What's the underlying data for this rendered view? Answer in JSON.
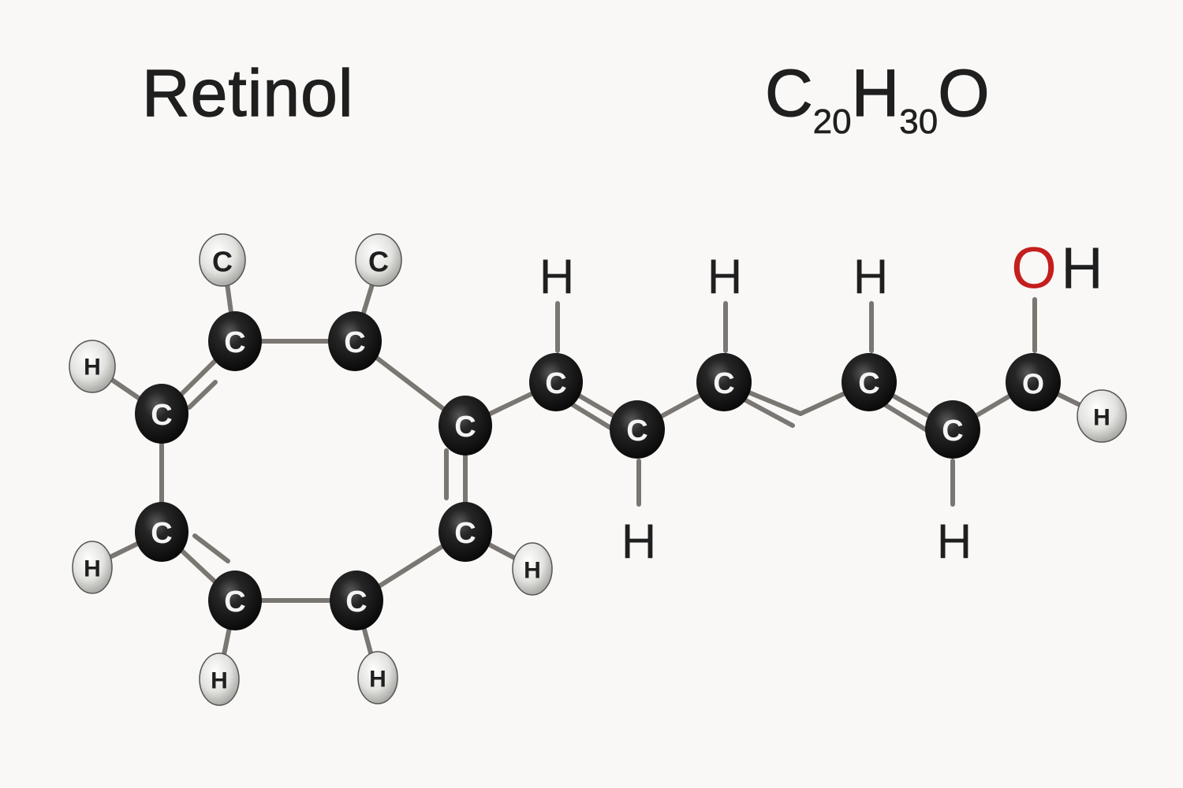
{
  "header": {
    "name": "Retinol",
    "formula": {
      "parts": [
        {
          "symbol": "C",
          "count": "20"
        },
        {
          "symbol": "H",
          "count": "30"
        },
        {
          "symbol": "O",
          "count": ""
        }
      ]
    }
  },
  "colors": {
    "background": "#f9f8f6",
    "carbon": "#1a1a1a",
    "hydrogen_sphere": "#e6e6e3",
    "bond": "#7a7672",
    "oxygen_label": "#c41e1e",
    "text": "#1f1f1f"
  },
  "diagram": {
    "type": "ball-and-stick molecule",
    "ring_atoms": [
      {
        "id": "r1",
        "element": "C",
        "label": "C"
      },
      {
        "id": "r2",
        "element": "C",
        "label": "C"
      },
      {
        "id": "r3",
        "element": "C",
        "label": "C"
      },
      {
        "id": "r4",
        "element": "C",
        "label": "C"
      },
      {
        "id": "r5",
        "element": "C",
        "label": "C"
      },
      {
        "id": "r6",
        "element": "C",
        "label": "C"
      },
      {
        "id": "r7",
        "element": "C",
        "label": "C"
      },
      {
        "id": "r8",
        "element": "C",
        "label": "C"
      }
    ],
    "ring_substituents": [
      {
        "id": "m1",
        "label": "C"
      },
      {
        "id": "m2",
        "label": "C"
      },
      {
        "id": "h1",
        "label": "H"
      },
      {
        "id": "h2",
        "label": "H"
      },
      {
        "id": "h3",
        "label": "H"
      },
      {
        "id": "h4",
        "label": "H"
      },
      {
        "id": "h5",
        "label": "H"
      }
    ],
    "chain_atoms": [
      {
        "id": "c1",
        "label": "C"
      },
      {
        "id": "c2",
        "label": "C"
      },
      {
        "id": "c3",
        "label": "C"
      },
      {
        "id": "c4",
        "label": "C"
      },
      {
        "id": "c5",
        "label": "C"
      },
      {
        "id": "o1",
        "label": "O"
      },
      {
        "id": "ho",
        "label": "H"
      }
    ],
    "free_labels": [
      {
        "id": "fh1",
        "label": "H"
      },
      {
        "id": "fh2",
        "label": "H"
      },
      {
        "id": "fh3",
        "label": "H"
      },
      {
        "id": "fh4",
        "label": "H"
      },
      {
        "id": "fh5",
        "label": "H"
      }
    ],
    "hydroxyl_label": {
      "o": "O",
      "h": "H"
    }
  }
}
